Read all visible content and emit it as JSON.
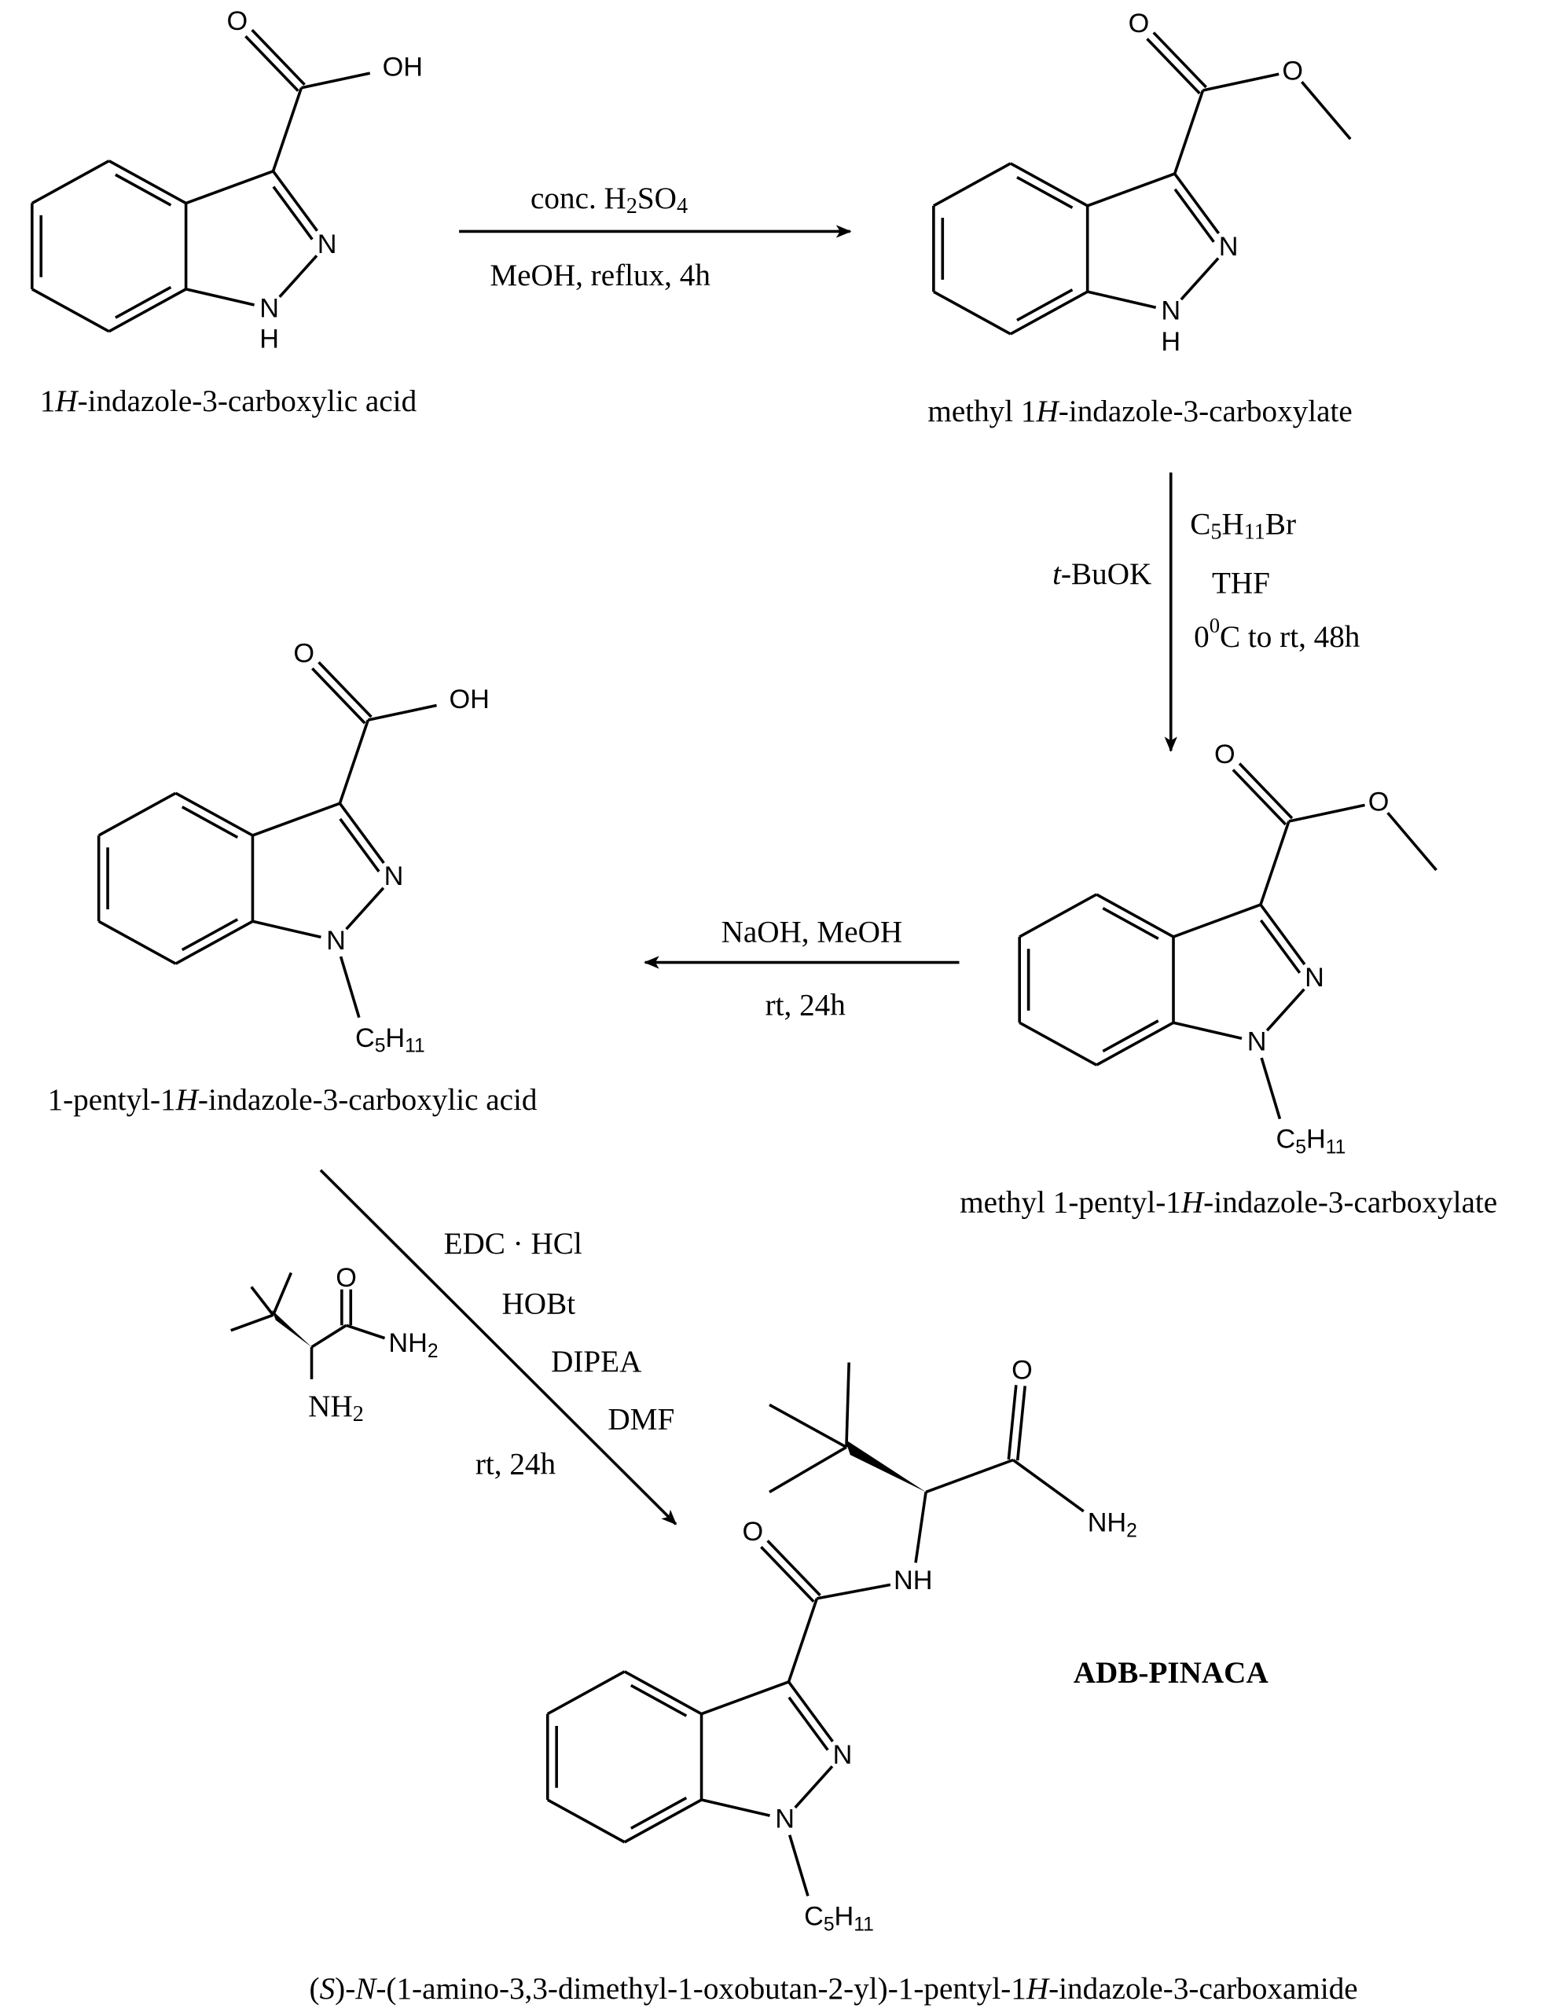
{
  "molecules": [
    {
      "id": "indazole-acid",
      "name": [
        {
          "t": "1"
        },
        {
          "t": "H",
          "s": "i"
        },
        {
          "t": "-indazole-3-carboxylic acid"
        }
      ],
      "labels": {
        "o": "O",
        "oh": "OH",
        "n2": "N",
        "n1": "N",
        "h": "H"
      }
    },
    {
      "id": "methyl-indazole-ester",
      "name": [
        {
          "t": "methyl 1"
        },
        {
          "t": "H",
          "s": "i"
        },
        {
          "t": "-indazole-3-carboxylate"
        }
      ],
      "labels": {
        "o": "O",
        "oe": "O",
        "n2": "N",
        "n1": "N",
        "h": "H"
      }
    },
    {
      "id": "methyl-pentyl-ester",
      "name": [
        {
          "t": "methyl 1-pentyl-1"
        },
        {
          "t": "H",
          "s": "i"
        },
        {
          "t": "-indazole-3-carboxylate"
        }
      ],
      "labels": {
        "o": "O",
        "oe": "O",
        "n2": "N",
        "n1": "N",
        "r": [
          {
            "t": "C"
          },
          {
            "t": "5",
            "s": "sub"
          },
          {
            "t": "H"
          },
          {
            "t": "11",
            "s": "sub"
          }
        ]
      }
    },
    {
      "id": "pentyl-acid",
      "name": [
        {
          "t": "1-pentyl-1"
        },
        {
          "t": "H",
          "s": "i"
        },
        {
          "t": "-indazole-3-carboxylic acid"
        }
      ],
      "labels": {
        "o": "O",
        "oh": "OH",
        "n2": "N",
        "n1": "N",
        "r": [
          {
            "t": "C"
          },
          {
            "t": "5",
            "s": "sub"
          },
          {
            "t": "H"
          },
          {
            "t": "11",
            "s": "sub"
          }
        ]
      }
    },
    {
      "id": "adb-pinaca",
      "name": [
        {
          "t": "("
        },
        {
          "t": "S",
          "s": "i"
        },
        {
          "t": ")-"
        },
        {
          "t": "N",
          "s": "i"
        },
        {
          "t": "-(1-amino-3,3-dimethyl-1-oxobutan-2-yl)-1-pentyl-1"
        },
        {
          "t": "H",
          "s": "i"
        },
        {
          "t": "-indazole-3-carboxamide"
        }
      ],
      "trivial_name": "ADB-PINACA",
      "labels": {
        "o": "O",
        "nh": "NH",
        "o2": "O",
        "nh2": [
          {
            "t": "NH"
          },
          {
            "t": "2",
            "s": "sub"
          }
        ],
        "n2": "N",
        "n1": "N",
        "r": [
          {
            "t": "C"
          },
          {
            "t": "5",
            "s": "sub"
          },
          {
            "t": "H"
          },
          {
            "t": "11",
            "s": "sub"
          }
        ]
      }
    }
  ],
  "reagent_amine": {
    "labels": {
      "o": "O",
      "nh2a": [
        {
          "t": "NH"
        },
        {
          "t": "2",
          "s": "sub"
        }
      ],
      "nh2b": [
        {
          "t": "NH"
        },
        {
          "t": "2",
          "s": "sub"
        }
      ]
    }
  },
  "steps": [
    {
      "above": [
        [
          {
            "t": "conc. H"
          },
          {
            "t": "2",
            "s": "sub"
          },
          {
            "t": "SO"
          },
          {
            "t": "4",
            "s": "sub"
          }
        ]
      ],
      "below": [
        [
          {
            "t": "MeOH, reflux, 4h"
          }
        ]
      ]
    },
    {
      "right": [
        [
          {
            "t": "C"
          },
          {
            "t": "5",
            "s": "sub"
          },
          {
            "t": "H"
          },
          {
            "t": "11",
            "s": "sub"
          },
          {
            "t": "Br"
          }
        ],
        [
          {
            "t": "THF"
          }
        ],
        [
          {
            "t": "0"
          },
          {
            "t": "0",
            "s": "sup"
          },
          {
            "t": "C to rt, 48h"
          }
        ]
      ],
      "left": [
        [
          {
            "t": "t",
            "s": "i"
          },
          {
            "t": "-BuOK"
          }
        ]
      ]
    },
    {
      "above": [
        [
          {
            "t": "NaOH, MeOH"
          }
        ]
      ],
      "below": [
        [
          {
            "t": "rt, 24h"
          }
        ]
      ]
    },
    {
      "right": [
        [
          {
            "t": "EDC · HCl"
          }
        ],
        [
          {
            "t": "HOBt"
          }
        ],
        [
          {
            "t": "DIPEA"
          }
        ],
        [
          {
            "t": "DMF"
          }
        ],
        [
          {
            "t": "rt, 24h"
          }
        ]
      ]
    }
  ]
}
